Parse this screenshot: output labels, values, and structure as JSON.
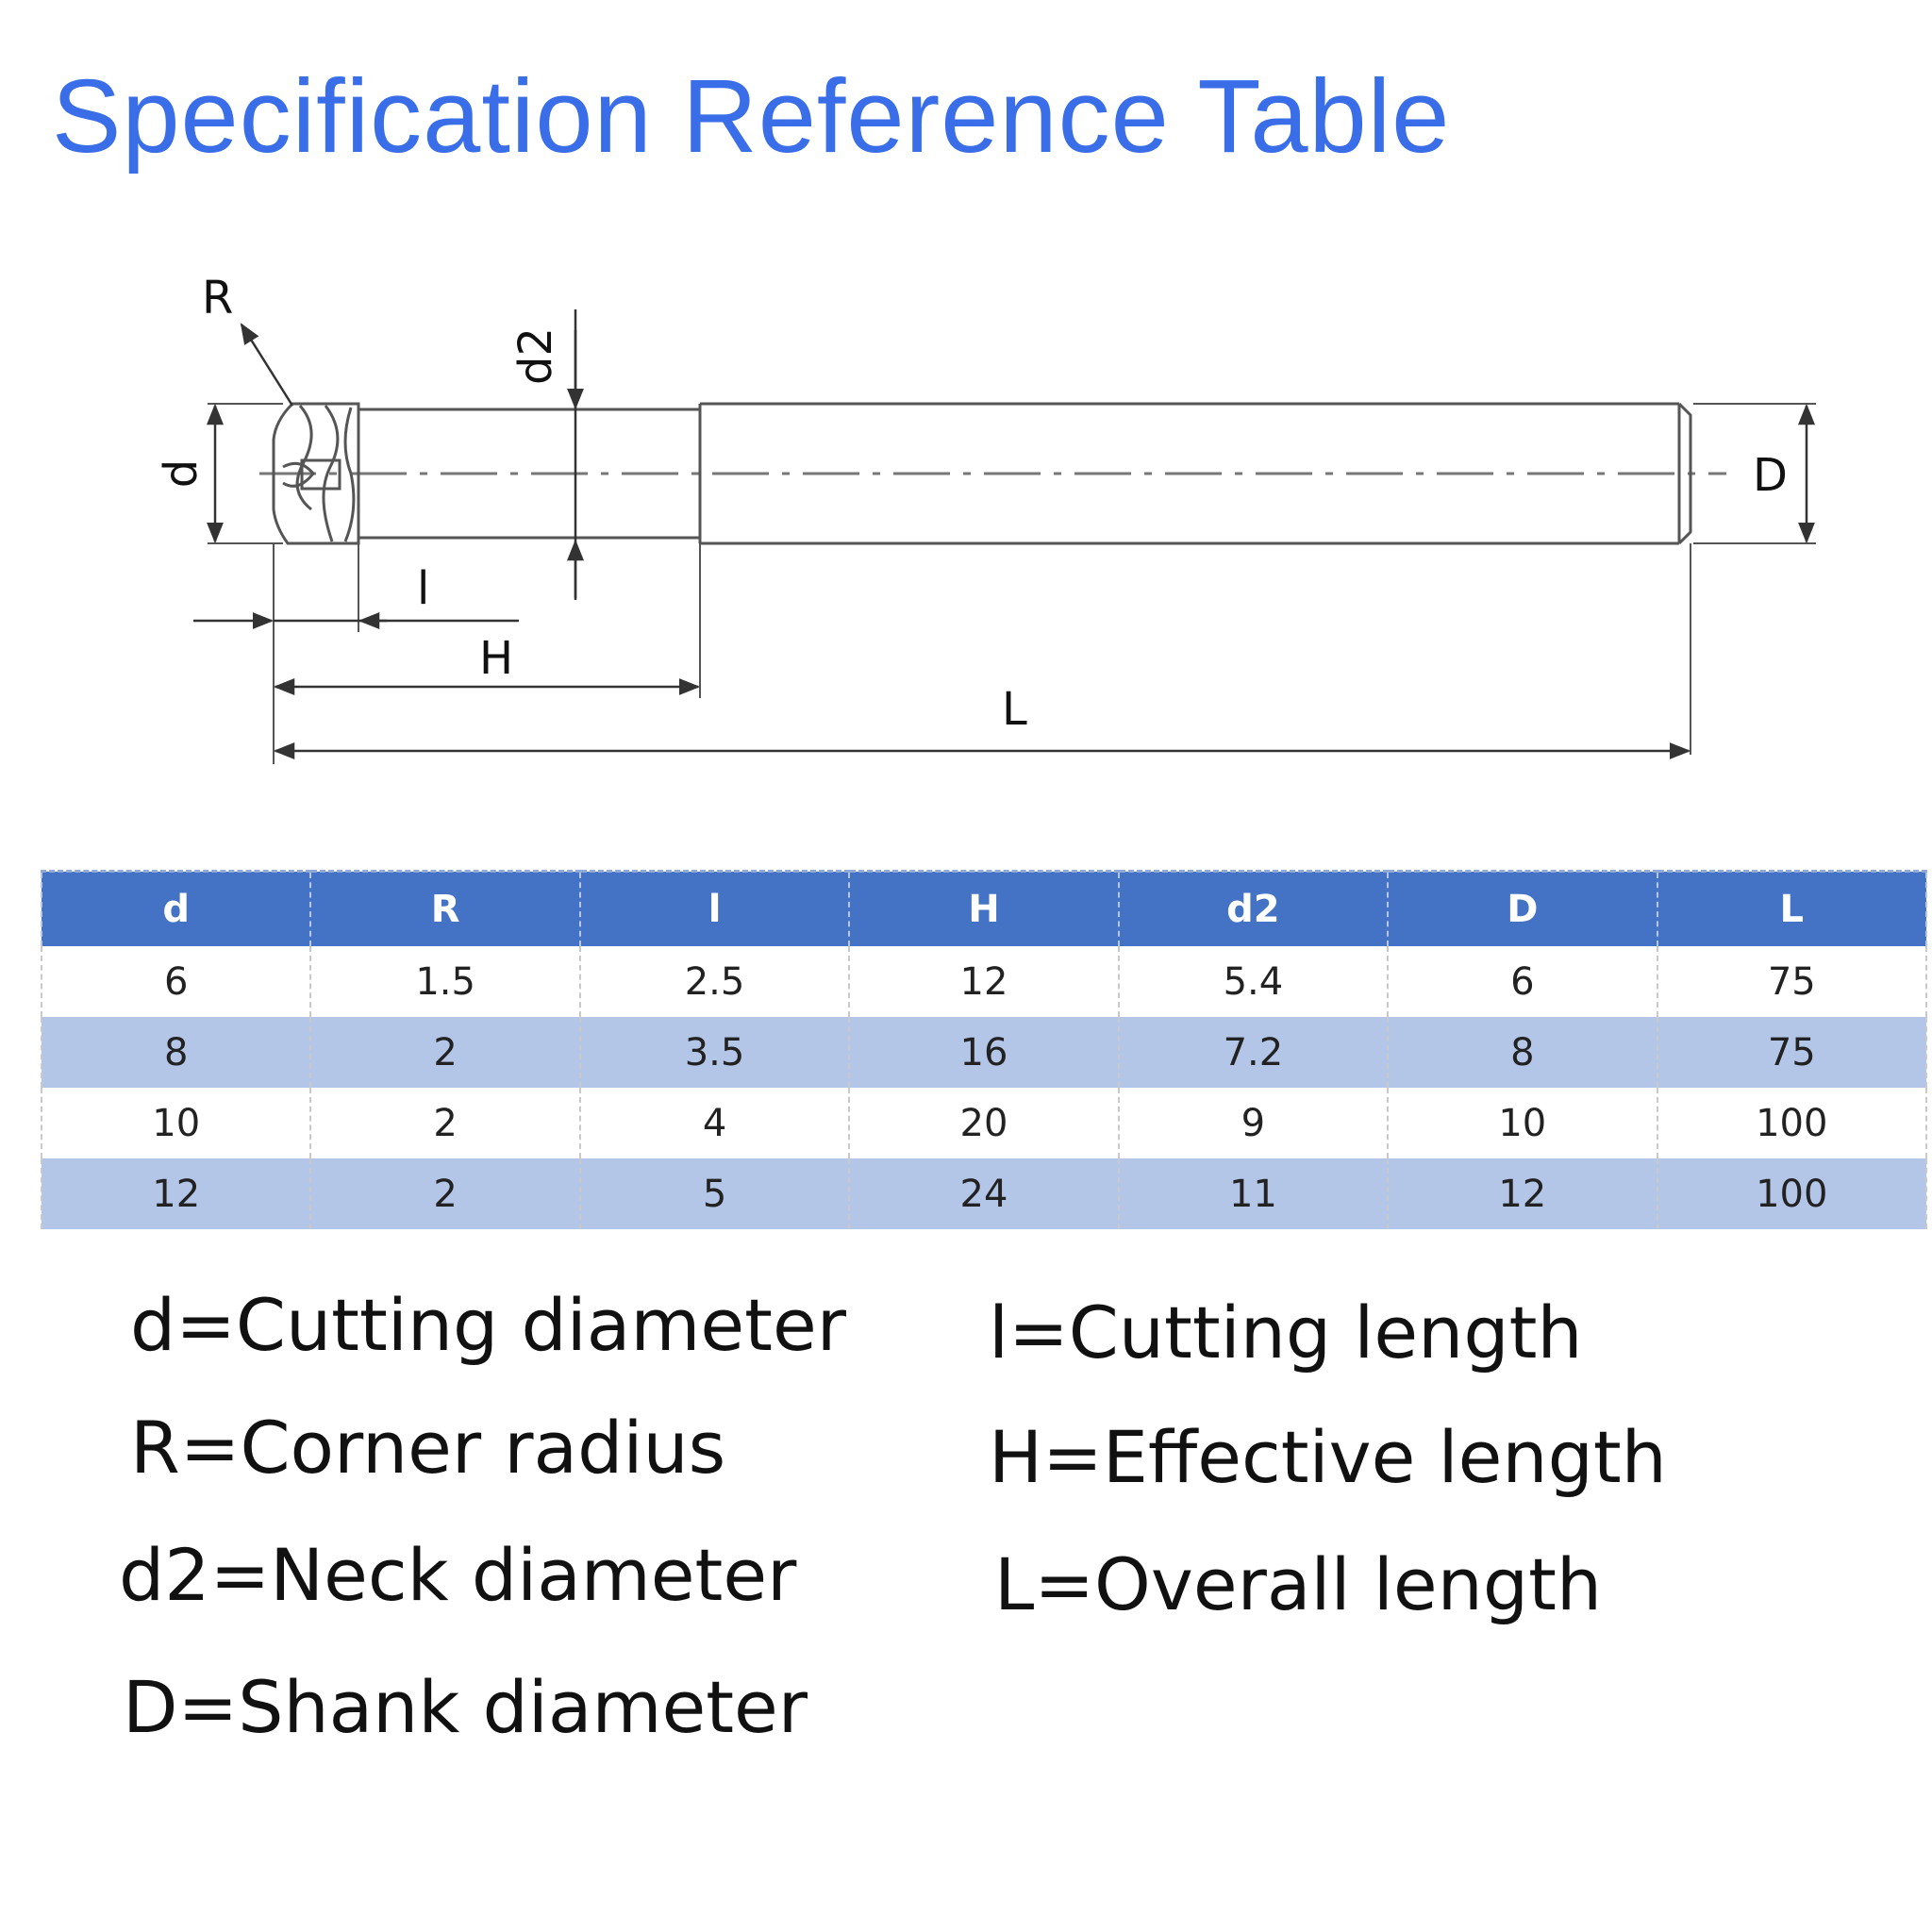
{
  "title": "Specification Reference Table",
  "drawing": {
    "labels": {
      "R": "R",
      "d2": "d2",
      "d": "d",
      "D": "D",
      "l": "l",
      "H": "H",
      "L": "L"
    }
  },
  "table": {
    "headers": [
      "d",
      "R",
      "l",
      "H",
      "d2",
      "D",
      "L"
    ],
    "rows": [
      [
        "6",
        "1.5",
        "2.5",
        "12",
        "5.4",
        "6",
        "75"
      ],
      [
        "8",
        "2",
        "3.5",
        "16",
        "7.2",
        "8",
        "75"
      ],
      [
        "10",
        "2",
        "4",
        "20",
        "9",
        "10",
        "100"
      ],
      [
        "12",
        "2",
        "5",
        "24",
        "11",
        "12",
        "100"
      ]
    ]
  },
  "legend": {
    "d": "d=Cutting diameter",
    "R": "R=Corner radius",
    "d2": "d2=Neck diameter",
    "D": "D=Shank diameter",
    "l": "l=Cutting length",
    "H": "H=Effective length",
    "L": "L=Overall length"
  }
}
